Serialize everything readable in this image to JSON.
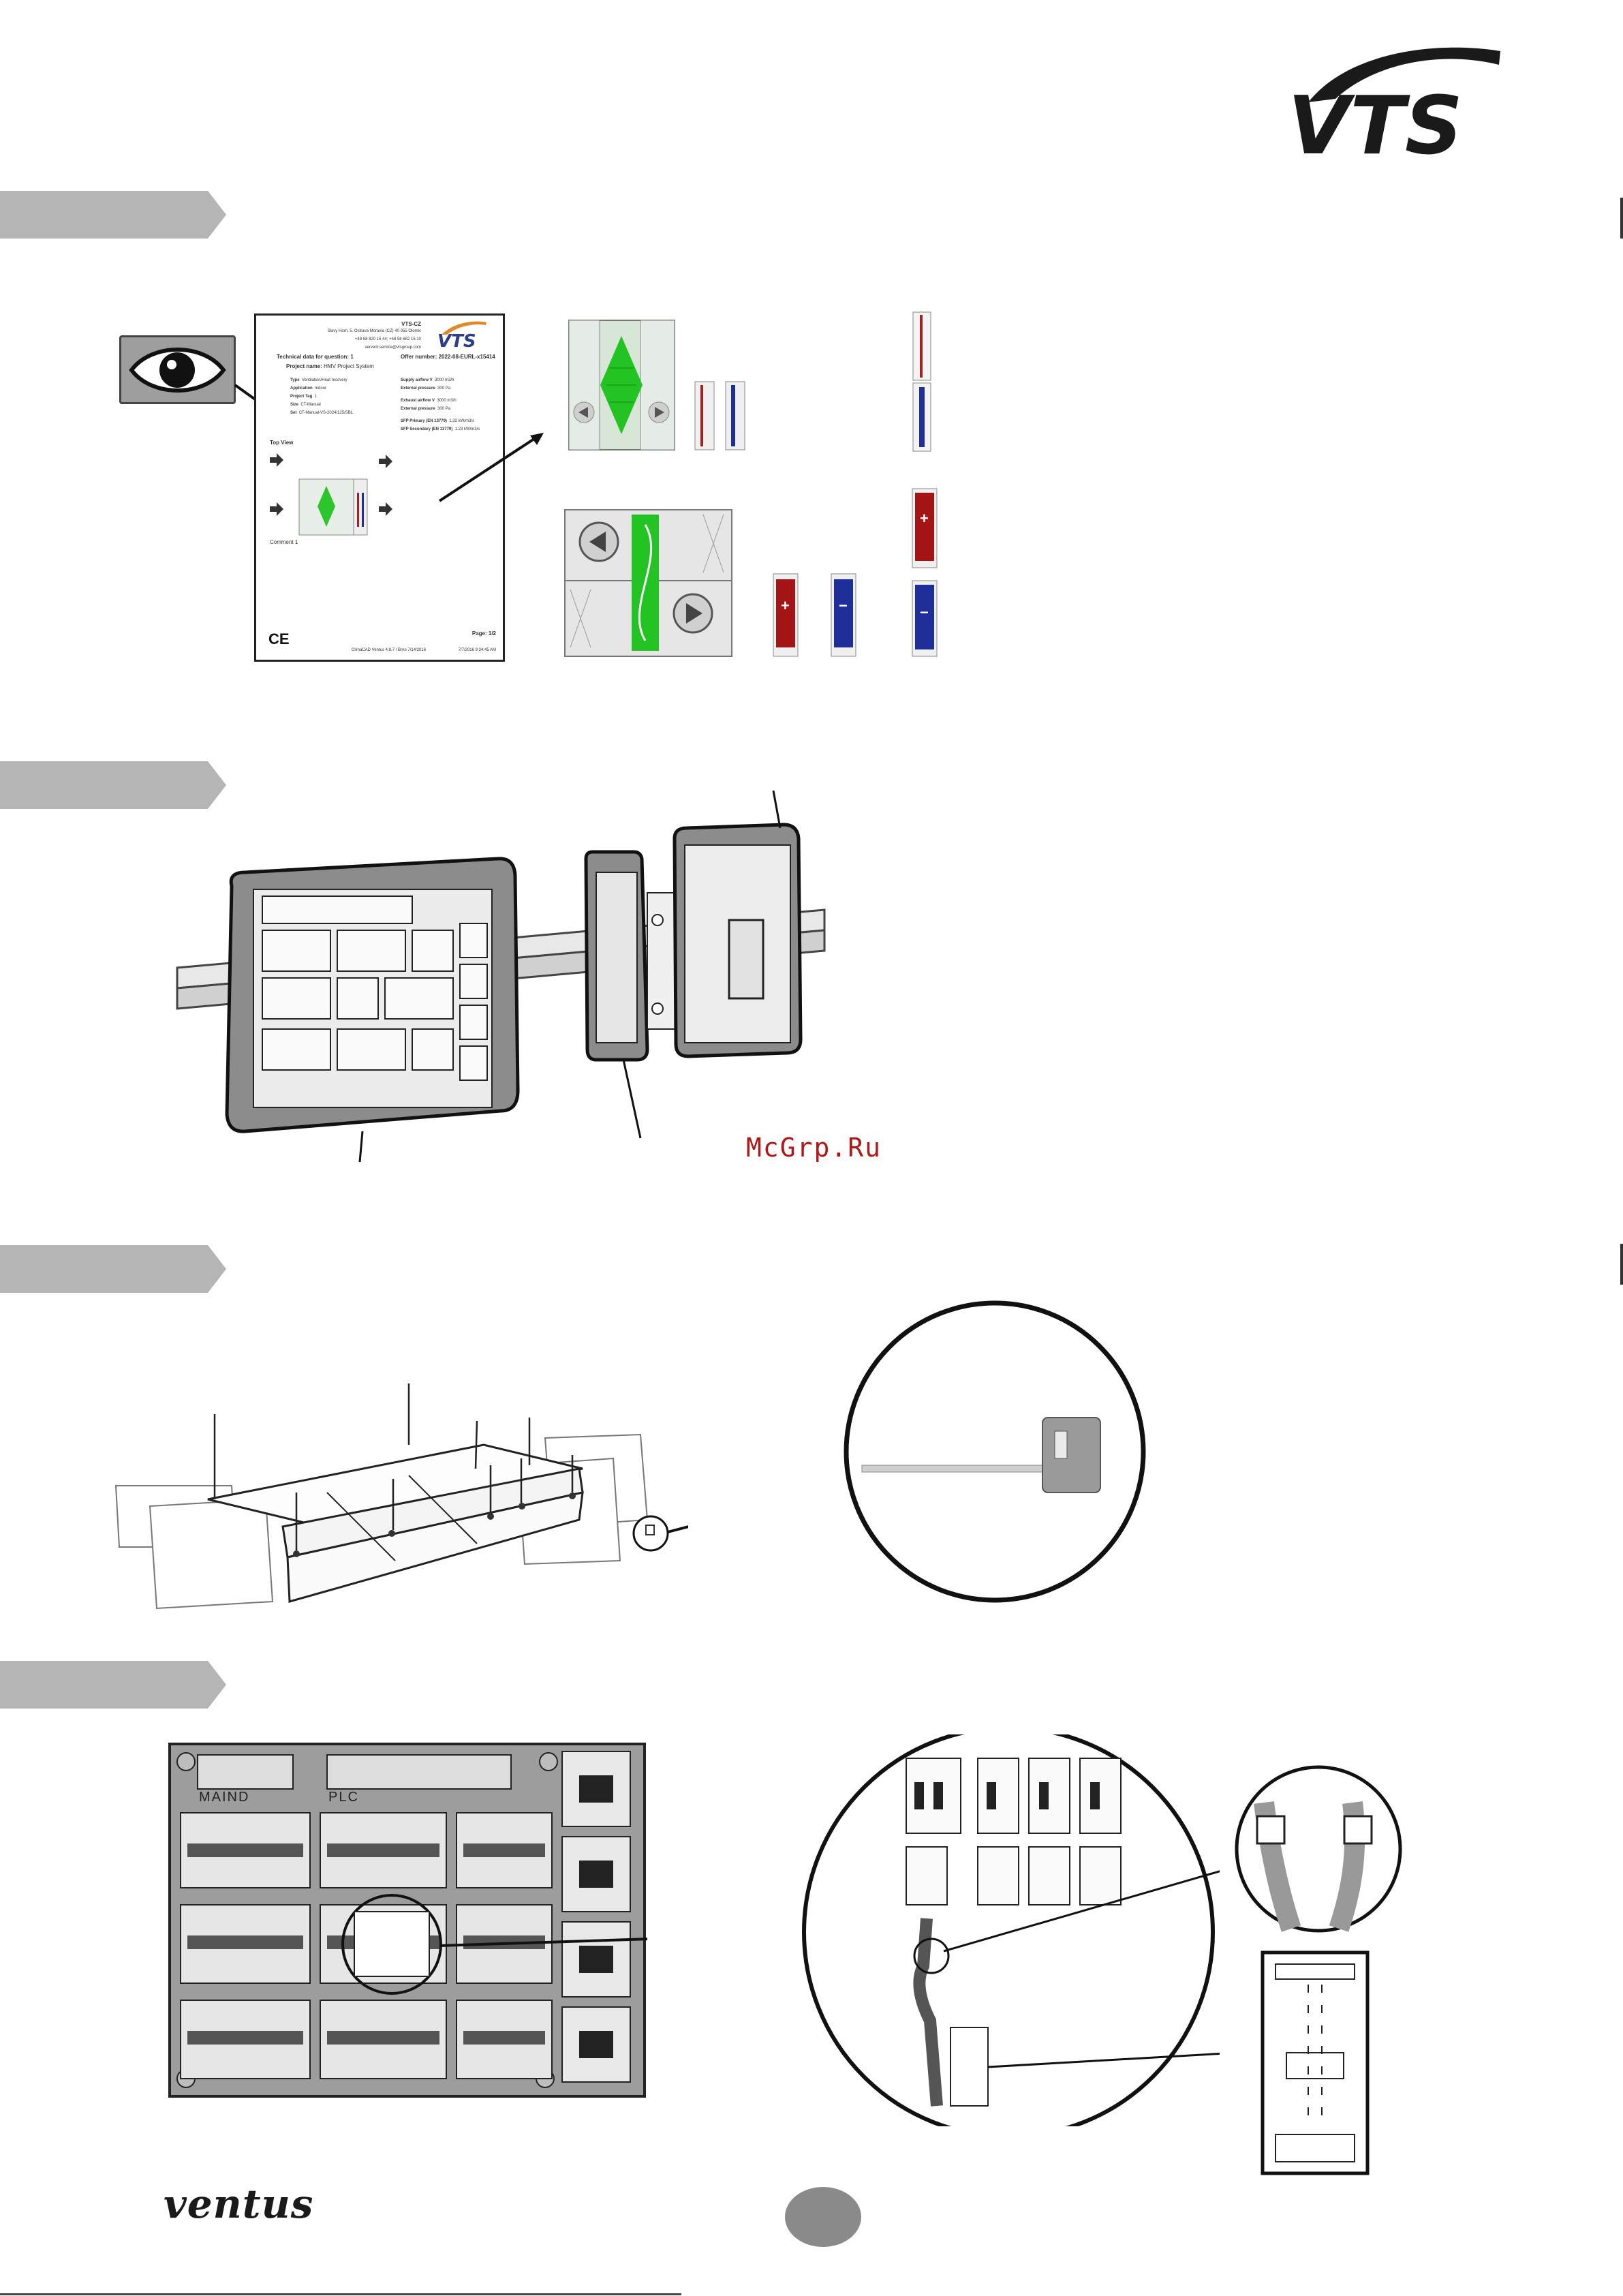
{
  "header": {
    "brand_logo": "VTS",
    "brand_color": "#1a1a1a"
  },
  "sections": [
    {
      "id": "section-1",
      "tab_color": "#b5b5b5"
    },
    {
      "id": "section-2",
      "tab_color": "#b5b5b5"
    },
    {
      "id": "section-3",
      "tab_color": "#b5b5b5"
    },
    {
      "id": "section-4",
      "tab_color": "#b5b5b5"
    }
  ],
  "section1": {
    "eye_icon": "eye-icon",
    "document": {
      "company": "VTS-CZ",
      "address": "Slavy Horn. 5. Ostrava Moravia (CZ) 40 055 Olomic",
      "phone": "+48 58 820 15 44; +48 58 682 15 10",
      "email": "vervent.service@vtsgroup.com",
      "technical_data_label": "Technical data for question:",
      "technical_data_value": "1",
      "offer_number_label": "Offer number:",
      "offer_number_value": "2022-08-EURL-x15414",
      "project_name_label": "Project name:",
      "project_name_value": "HMV Project System",
      "rows": [
        {
          "label": "Type",
          "value": "Ventilation/Heat recovery"
        },
        {
          "label": "Application",
          "value": "Indoor"
        },
        {
          "label": "Project Tag",
          "value": "1"
        },
        {
          "label": "Size",
          "value": "CT-Manual"
        },
        {
          "label": "Set",
          "value": "CT-Manual-VS-2024/125/SBL"
        }
      ],
      "right_rows": [
        {
          "label": "Supply airflow V",
          "value": "3000 m3/h"
        },
        {
          "label": "External pressure",
          "value": "300 Pa"
        },
        {
          "label": "Exhaust airflow V",
          "value": "3000 m3/h"
        },
        {
          "label": "External pressure",
          "value": "300 Pa"
        },
        {
          "label": "SFP Primary (EN 13779)",
          "value": "1.32 kW/m3/s"
        },
        {
          "label": "SFP Secondary (EN 13779)",
          "value": "1.23 kW/m3/s"
        }
      ],
      "top_view_label": "Top View",
      "comment_label": "Comment 1",
      "ce_mark": "CE",
      "page_label": "Page: 1/2",
      "footer_center": "ClimaCAD Ventus 4.8.7 / Brno 7/14/2016",
      "footer_right": "7/7/2016 9:34:45 AM"
    },
    "unit_symbols": {
      "plus": "+",
      "minus": "−"
    }
  },
  "section2": {
    "watermark": "McGrp.Ru"
  },
  "section4": {
    "labels": {
      "main": "MAIND",
      "plc": "PLC"
    }
  },
  "footer": {
    "brand": "ventus"
  }
}
